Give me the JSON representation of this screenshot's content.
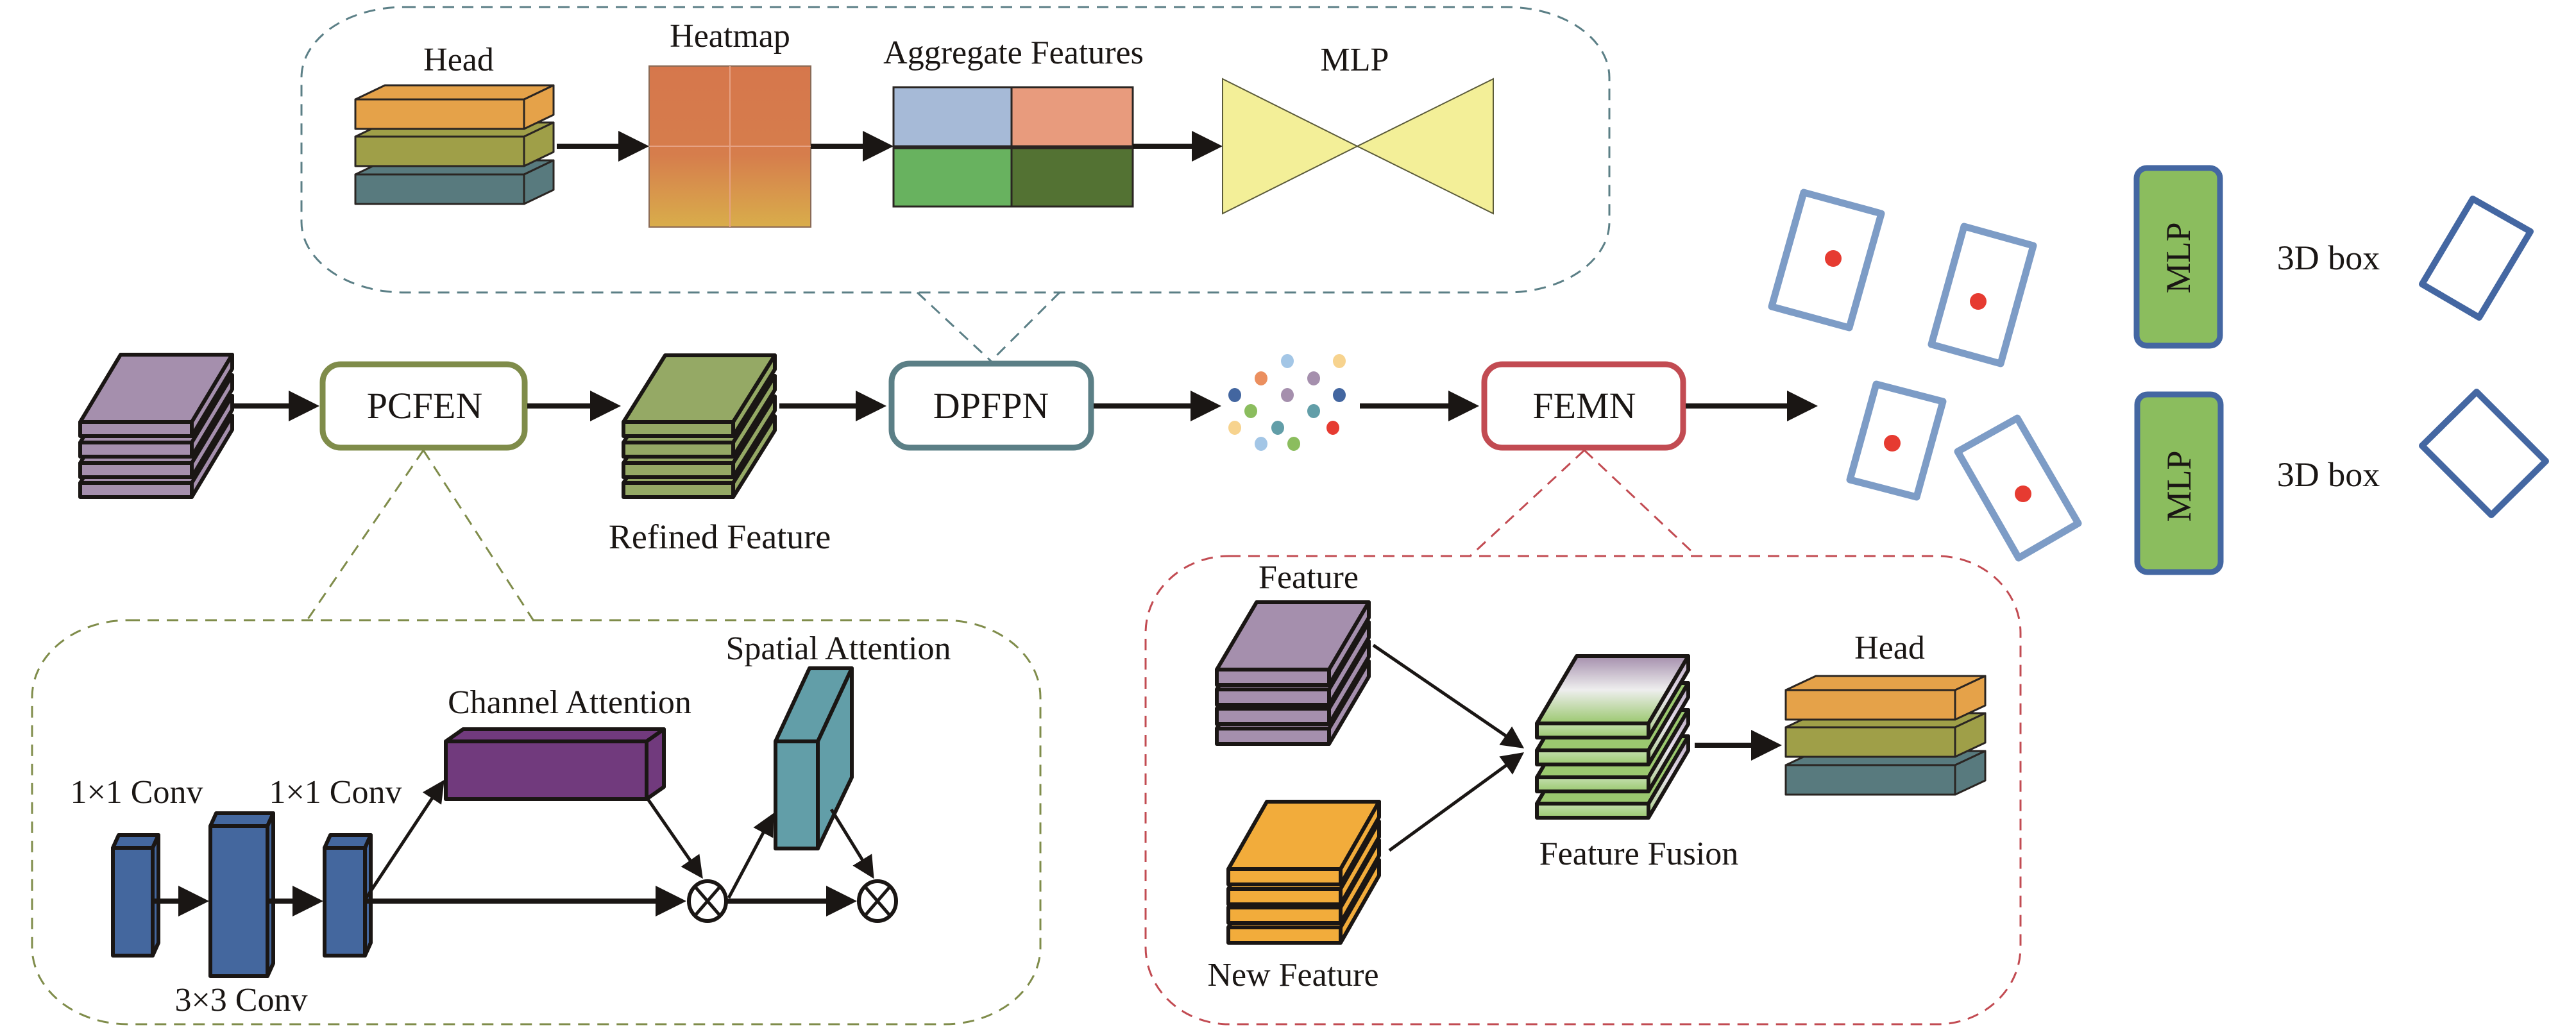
{
  "diagram": {
    "title": "3D object detection network architecture",
    "modules": {
      "pcfen": {
        "label": "PCFEN",
        "color": "#7f8c4a"
      },
      "dpfpn": {
        "label": "DPFPN",
        "color": "#5b7f86"
      },
      "femn": {
        "label": "FEMN",
        "color": "#c24b52"
      }
    },
    "main_flow": {
      "input_feature_color": "#a58fad",
      "refined_feature_label": "Refined Feature",
      "refined_feature_color": "#95a965",
      "point_colors": [
        "#a3c6e6",
        "#f7d38e",
        "#eb8f5f",
        "#a58fad",
        "#4366a0",
        "#a58fad",
        "#4366a0",
        "#8bbd5e",
        "#629ea8",
        "#f7d38e",
        "#629ea8",
        "#e63b31",
        "#a3c6e6",
        "#8bbd5e"
      ]
    },
    "dpfpn_detail": {
      "head_label": "Head",
      "head_colors": [
        "#e5a249",
        "#9f9f48",
        "#587a7e"
      ],
      "heatmap_label": "Heatmap",
      "heatmap_colors": [
        "#d6774c",
        "#d9ad4b"
      ],
      "aggregate_label": "Aggregate Features",
      "aggregate_colors": [
        "#a6bad7",
        "#e89b7d",
        "#68b25f",
        "#537233"
      ],
      "mlp_label": "MLP",
      "mlp_color": "#f3ef98"
    },
    "pcfen_detail": {
      "conv1_label": "1×1 Conv",
      "conv2_label": "1×1 Conv",
      "conv3_label": "3×3 Conv",
      "conv_color": "#44679e",
      "channel_attention_label": "Channel Attention",
      "channel_attention_color": "#713a7d",
      "spatial_attention_label": "Spatial Attention",
      "spatial_attention_color": "#629ea8",
      "operator_symbol": "⊗"
    },
    "femn_detail": {
      "feature_label": "Feature",
      "feature_color": "#a58fad",
      "new_feature_label": "New Feature",
      "new_feature_color": "#f2ac3b",
      "fusion_label": "Feature Fusion",
      "fusion_colors": [
        "#a58fad",
        "#eeeeee",
        "#9bc86f"
      ],
      "head_label": "Head",
      "head_colors": [
        "#e5a249",
        "#9f9f48",
        "#587a7e"
      ]
    },
    "output": {
      "proposal_box_color": "#7d9cc6",
      "center_point_color": "#e63b31",
      "mlp_blocks": [
        {
          "label": "MLP",
          "output_label": "3D box"
        },
        {
          "label": "MLP",
          "output_label": "3D box"
        }
      ],
      "mlp_fill": "#8bbd5e",
      "mlp_border": "#4467a2",
      "wireframe_color": "#4467a2"
    }
  }
}
